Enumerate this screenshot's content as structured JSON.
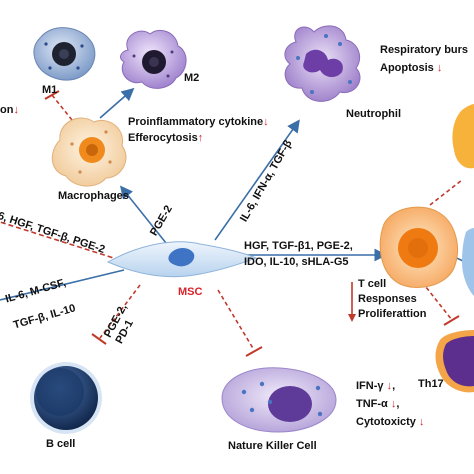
{
  "labels": {
    "m1": "M1",
    "m2": "M2",
    "m1_left_cut": "on",
    "macrophages": "Macrophages",
    "macro_effects_1": "Proinflammatory cytokine",
    "macro_effects_2": "Efferocytosis",
    "neutrophil": "Neutrophil",
    "neutro_effects_1": "Respiratory burs",
    "neutro_effects_2": "Apoptosis",
    "pge2_macro": "PGE-2",
    "il6_neutro": "IL-6, IFN-α, TGF-β",
    "left_factors": "6, HGF, TGF-β, PGE-2",
    "msc_factors_1": "HGF, TGF-β1, PGE-2,",
    "msc_factors_2": "IDO, IL-10, sHLA-G5",
    "msc": "MSC",
    "bcell_factors_1": "IL-6, M-CSF,",
    "bcell_factors_2": "TGF-β, IL-10",
    "pd1_factors": "PGE-2,\nPD-1",
    "tcell_1": "T cell",
    "tcell_2": "Responses",
    "tcell_3": "Proliferattion",
    "th17": "Th17",
    "bcell": "B cell",
    "nk": "Nature Killer Cell",
    "nk_effects_1": "IFN-γ",
    "nk_effects_2": "TNF-α",
    "nk_effects_3": "Cytotoxicty"
  },
  "symbols": {
    "down": "↓",
    "up": "↑"
  },
  "colors": {
    "arrow_blue": "#3a6fa8",
    "inhibit_red": "#c0392b",
    "macrophage": "#f7d9b4",
    "m1_cell": "#8aa6cf",
    "m2_cell": "#a98bd0",
    "neutrophil": "#a88bd1",
    "msc": "#9dc0e6",
    "tcell": "#f8b46e",
    "th17": "#6a3d9a",
    "bcell": "#1f3d6b",
    "nk": "#b9a7dc"
  }
}
